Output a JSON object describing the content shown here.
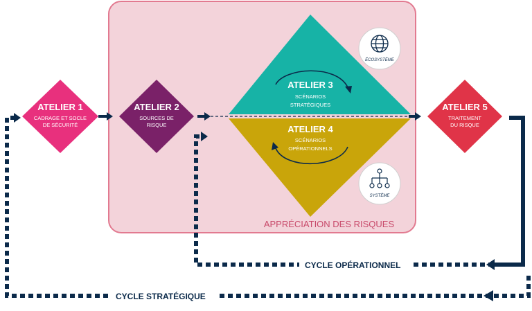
{
  "zone": {
    "label": "APPRÉCIATION DES RISQUES"
  },
  "atelier1": {
    "title": "ATELIER 1",
    "line1": "CADRAGE ET SOCLE",
    "line2": "DE SÉCURITÉ"
  },
  "atelier2": {
    "title": "ATELIER 2",
    "line1": "SOURCES DE",
    "line2": "RISQUE"
  },
  "atelier3": {
    "title": "ATELIER 3",
    "line1": "SCÉNARIOS",
    "line2": "STRATÉGIQUES"
  },
  "atelier4": {
    "title": "ATELIER 4",
    "line1": "SCÉNARIOS",
    "line2": "OPÉRATIONNELS"
  },
  "atelier5": {
    "title": "ATELIER 5",
    "line1": "TRAITEMENT",
    "line2": "DU RISQUE"
  },
  "badges": {
    "ecosystem": {
      "label": "ÉCOSYSTÈME",
      "icon": "globe-icon"
    },
    "system": {
      "label": "SYSTÈME",
      "icon": "network-icon"
    }
  },
  "cycles": {
    "operational": "CYCLE OPÉRATIONNEL",
    "strategic": "CYCLE STRATÉGIQUE"
  },
  "colors": {
    "zone_fill": "#f3d3da",
    "zone_stroke": "#e27a90",
    "atelier1": "#e8307d",
    "atelier2": "#7a2168",
    "atelier3": "#17b3a6",
    "atelier4": "#c9a50a",
    "atelier5": "#e03448",
    "navy": "#0b2a4a"
  }
}
